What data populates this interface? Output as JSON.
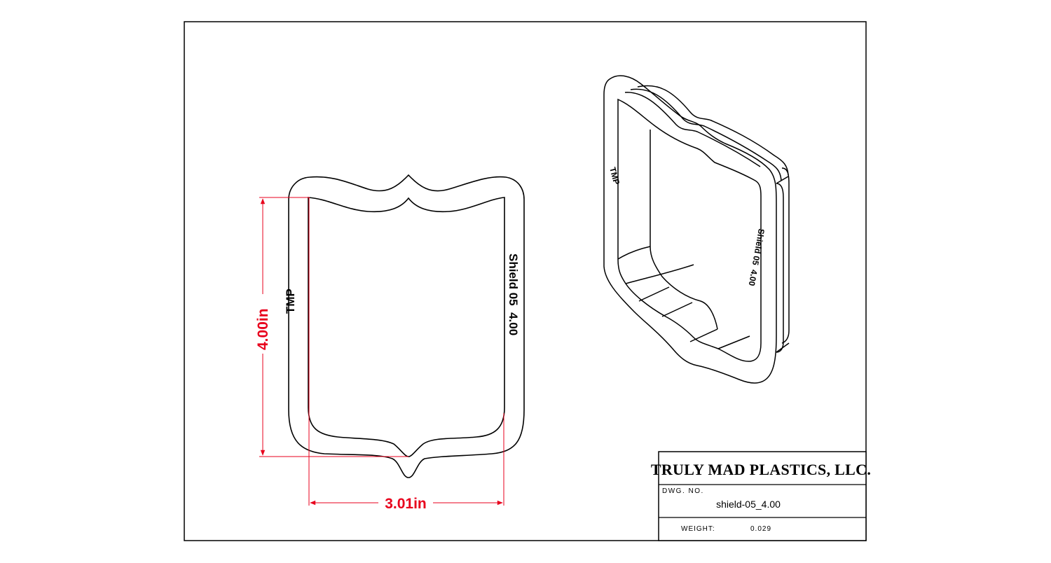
{
  "title_block": {
    "company": "TRULY MAD PLASTICS, LLC.",
    "dwg_no_label": "DWG. NO.",
    "dwg_no_value": "shield-05_4.00",
    "weight_label": "WEIGHT:",
    "weight_value": "0.029"
  },
  "dimensions": {
    "height": "4.00in",
    "width": "3.01in",
    "color": "#e8001c"
  },
  "engraving": {
    "left_text": "TMP",
    "right_text": "Shield 05  4.00"
  },
  "iso_engraving": {
    "left_text": "TMP",
    "right_text": "Shield 05  4.00"
  },
  "colors": {
    "line": "#000000",
    "background": "#ffffff"
  }
}
